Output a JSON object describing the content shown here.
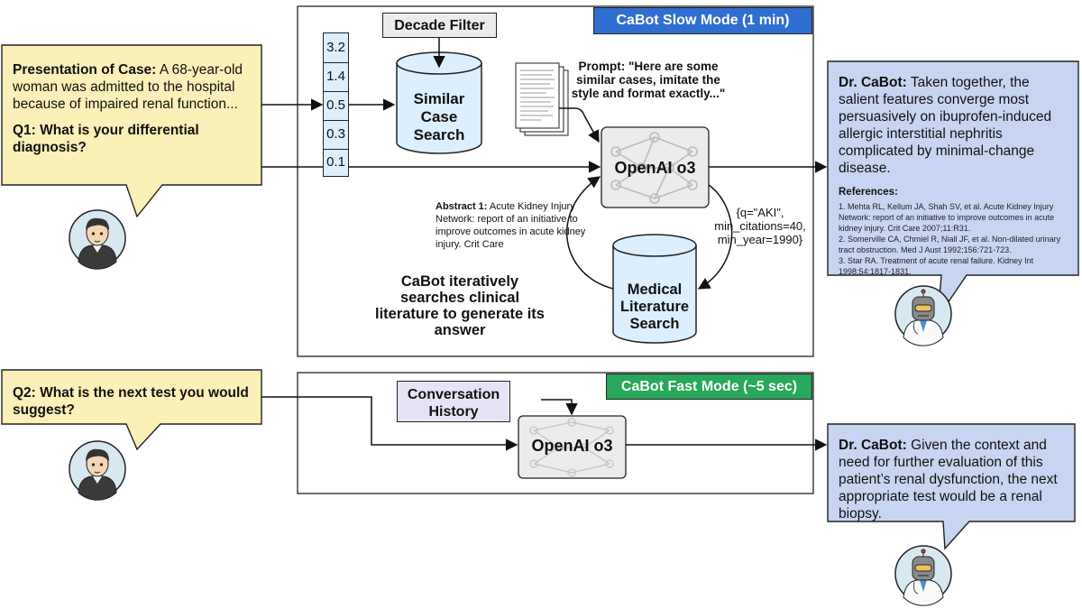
{
  "slow_mode": {
    "label": "CaBot Slow Mode (1 min)",
    "color": "#2f6fd0",
    "decade_filter": "Decade Filter",
    "similarity_scores": [
      "3.2",
      "1.4",
      "0.5",
      "0.3",
      "0.1"
    ],
    "similar_case_search": [
      "Similar",
      "Case",
      "Search"
    ],
    "prompt": "Prompt: \"Here are some similar cases, imitate the style and format exactly...\"",
    "model": "OpenAI o3",
    "abstract_label": "Abstract 1:",
    "abstract_text": "Acute Kidney Injury Network: report of an initiative to improve outcomes in acute kidney injury. Crit Care",
    "query": "{q=\"AKI\", min_citations=40, min_year=1990}",
    "literature_search": [
      "Medical",
      "Literature",
      "Search"
    ],
    "caption": "CaBot iteratively searches clinical literature to generate its answer"
  },
  "fast_mode": {
    "label": "CaBot Fast Mode (~5 sec)",
    "color": "#27a85a",
    "conversation_history": [
      "Conversation",
      "History"
    ],
    "model": "OpenAI o3"
  },
  "user": {
    "q1_case_label": "Presentation of Case:",
    "q1_case_text": "A 68-year-old woman was admitted to the hospital because of impaired renal function...",
    "q1_question": "Q1: What is your differential diagnosis?",
    "q2_question": "Q2: What is the next test you would suggest?"
  },
  "cabot": {
    "speaker": "Dr. CaBot:",
    "answer1": "Taken together, the salient features converge most persuasively on ibuprofen-induced allergic interstitial nephritis complicated by minimal-change disease.",
    "references_title": "References:",
    "references": [
      "1. Mehta RL, Kellum JA, Shah SV, et al. Acute Kidney Injury Network: report of an initiative to improve outcomes in acute kidney injury. Crit Care 2007;11:R31.",
      "2. Somerville CA, Chmiel R, Niall JF, et al. Non-dilated urinary tract obstruction. Med J Aust 1992;156:721-723.",
      "3. Star RA. Treatment of acute renal failure. Kidney Int 1998;54:1817-1831."
    ],
    "answer2": "Given the context and need for further evaluation of this patient’s renal dysfunction, the next appropriate test would be a renal biopsy."
  },
  "colors": {
    "user_bubble": "#fbf0b8",
    "cabot_bubble": "#c7d5f2",
    "cylinder": "#dcefff",
    "history_box": "#e8e2f7",
    "model_box": "#ececec",
    "vector_cell": "#dcefff",
    "decade_box": "#ececec"
  },
  "icons": [
    "user-avatar",
    "doctor-avatar",
    "document-stack-icon",
    "neural-network-icon"
  ]
}
